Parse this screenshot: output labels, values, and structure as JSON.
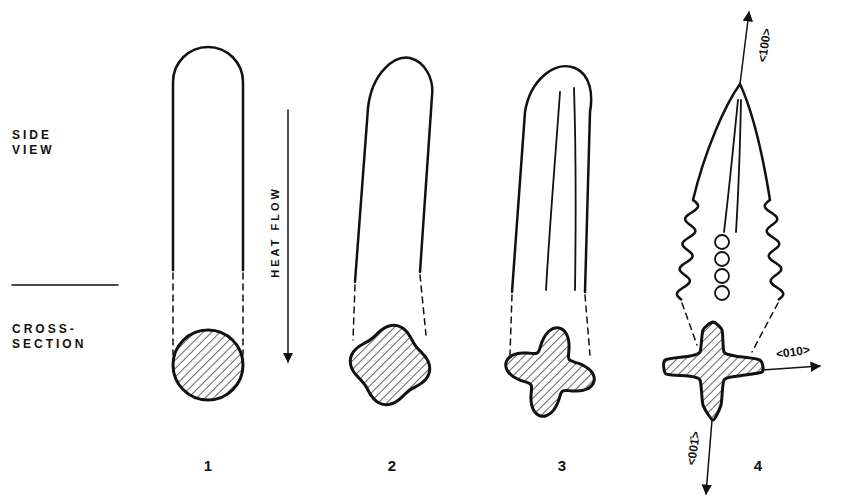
{
  "diagram": {
    "labels": [
      "SIDE VIEW",
      "CROSS-SECTION",
      "HEAT FLOW",
      "1",
      "2",
      "3",
      "4",
      "<100>",
      "<010>",
      "<001̄>"
    ]
  }
}
